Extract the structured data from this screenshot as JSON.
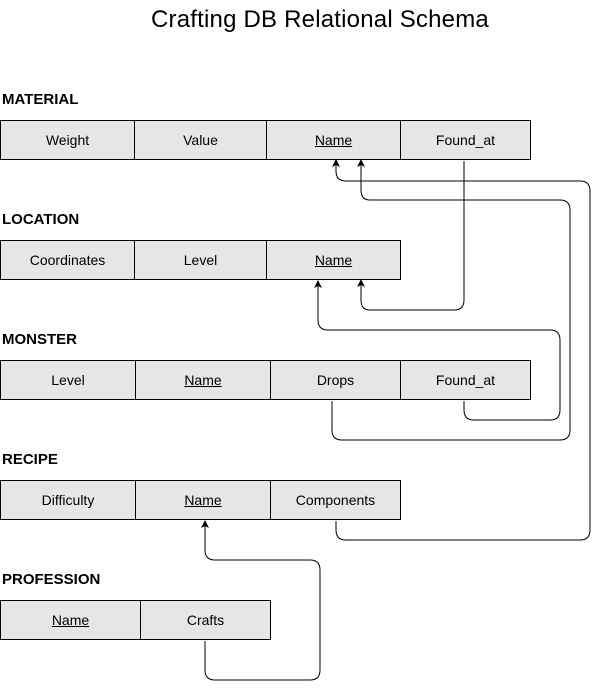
{
  "title": "Crafting DB Relational Schema",
  "tables": {
    "material": {
      "name": "MATERIAL",
      "columns": [
        "Weight",
        "Value",
        "Name",
        "Found_at"
      ]
    },
    "location": {
      "name": "LOCATION",
      "columns": [
        "Coordinates",
        "Level",
        "Name"
      ]
    },
    "monster": {
      "name": "MONSTER",
      "columns": [
        "Level",
        "Name",
        "Drops",
        "Found_at"
      ]
    },
    "recipe": {
      "name": "RECIPE",
      "columns": [
        "Difficulty",
        "Name",
        "Components"
      ]
    },
    "profession": {
      "name": "PROFESSION",
      "columns": [
        "Name",
        "Crafts"
      ]
    }
  }
}
